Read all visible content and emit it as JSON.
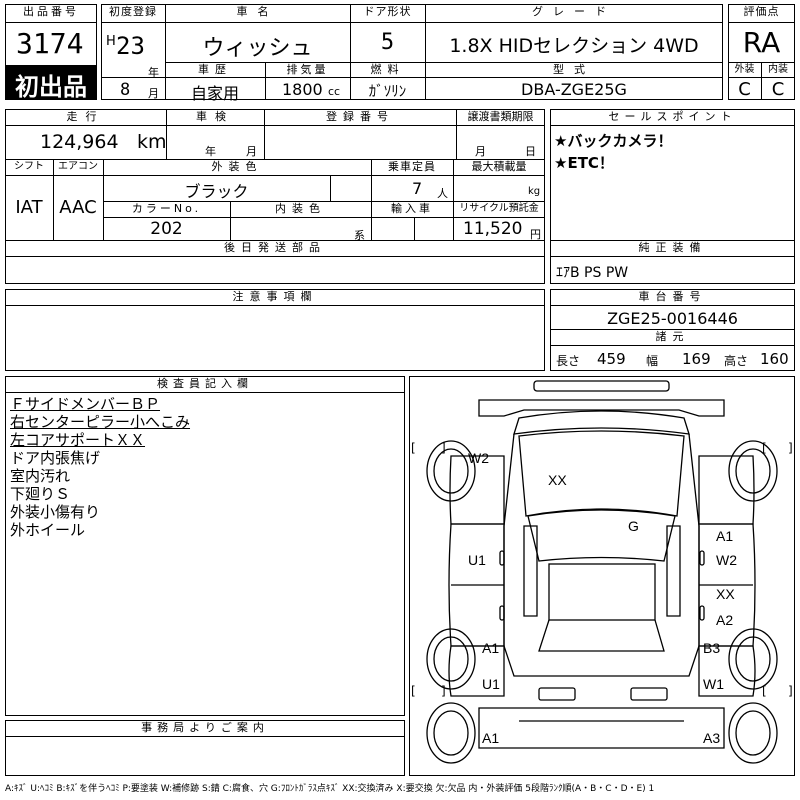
{
  "header": {
    "lot_label": "出品番号",
    "lot_no": "3174",
    "first_listing_badge": "初出品",
    "reg_label": "初度登録",
    "era": "H",
    "reg_year": "23",
    "year_unit": "年",
    "reg_month": "8",
    "month_unit": "月",
    "car_name_label": "車名",
    "car_name": "ウィッシュ",
    "doors_label": "ドア形状",
    "doors": "5",
    "grade_label": "グレード",
    "grade": "1.8X HIDセレクション 4WD",
    "score_label": "評価点",
    "score": "RA",
    "history_label": "車歴",
    "history": "自家用",
    "displacement_label": "排気量",
    "displacement": "1800",
    "cc": "cc",
    "fuel_label": "燃料",
    "fuel": "ｶﾞｿﾘﾝ",
    "model_label": "型式",
    "model": "DBA-ZGE25G",
    "exterior_label": "外装",
    "exterior": "C",
    "interior_label": "内装",
    "interior": "C"
  },
  "row2": {
    "mileage_label": "走行",
    "mileage": "124,964",
    "km": "km",
    "inspection_label": "車検",
    "year_unit": "年",
    "month_unit": "月",
    "plate_label": "登録番号",
    "transfer_label": "譲渡書類期限",
    "t_month": "月",
    "t_day": "日",
    "shift_label": "シフト",
    "shift": "IAT",
    "ac_label": "エアコン",
    "ac": "AAC",
    "color_label": "外装色",
    "color": "ブラック",
    "seats_label": "乗車定員",
    "seats": "7",
    "seats_unit": "人",
    "load_label": "最大積載量",
    "load_unit": "kg",
    "colorno_label": "カラーNo.",
    "colorno": "202",
    "intcolor_label": "内装色",
    "intcolor_unit": "系",
    "import_label": "輸入車",
    "recycle_label": "リサイクル預託金",
    "recycle": "11,520",
    "yen": "円"
  },
  "sales_points": {
    "label": "セールスポイント",
    "items": [
      "★バックカメラ！",
      "★ETC！"
    ]
  },
  "later_parts_label": "後日発送部品",
  "equipment": {
    "label": "純正装備",
    "value": "ｴｱB PS PW"
  },
  "notes_label": "注意事項欄",
  "chassis": {
    "label": "車台番号",
    "value": "ZGE25-0016446"
  },
  "dims": {
    "label": "諸元",
    "l_label": "長さ",
    "length": "459",
    "w_label": "幅",
    "width": "169",
    "h_label": "高さ",
    "height": "160"
  },
  "inspector": {
    "label": "検査員記入欄",
    "lines": [
      "ＦサイドメンバーＢＰ",
      "右センターピラー小へこみ",
      "左コアサポートＸＸ",
      "ドア内張焦げ",
      "室内汚れ",
      "下廻りＳ",
      "外装小傷有り",
      "外ホイール"
    ]
  },
  "office_label": "事務局よりご案内",
  "diagram_marks": {
    "xx_hood": "XX",
    "w2_fl": "W2",
    "g_glass": "G",
    "a1_rf": "A1",
    "w2_rf": "W2",
    "xx_rd": "XX",
    "a2_rd": "A2",
    "b3_rr": "B3",
    "w1_rr": "W1",
    "u1_lf": "U1",
    "a1_lr": "A1",
    "u1_lr": "U1",
    "a1_bumper": "A1",
    "a3_bumper": "A3",
    "bracket_open": "[",
    "bracket_close": "]"
  },
  "legend": "A:ｷｽﾞ U:ﾍｺﾐ B:ｷｽﾞを伴うﾍｺﾐ P:要塗装 W:補修跡 S:錆 C:腐食、穴 G:ﾌﾛﾝﾄｶﾞﾗｽ点ｷｽﾞ XX:交換済み X:要交換 欠:欠品 内・外装評価 5段階ﾗﾝｸ順(A・B・C・D・E) 1"
}
